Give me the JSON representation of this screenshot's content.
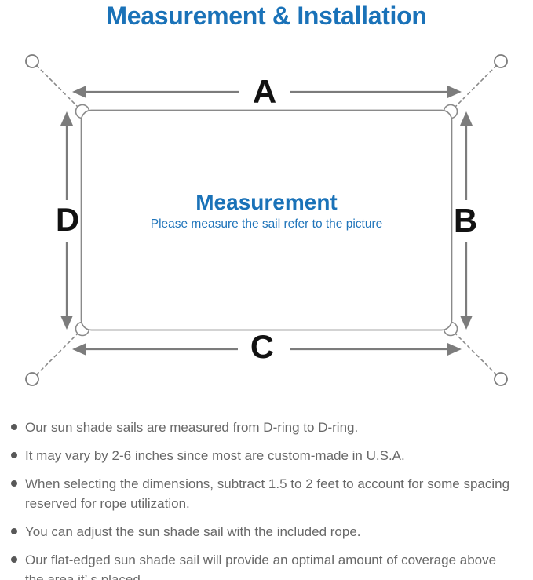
{
  "page_title": "Measurement & Installation",
  "colors": {
    "accent_blue": "#1a72b8",
    "line_gray": "#8a8a8a",
    "arrow_gray": "#7c7c7c",
    "label_black": "#121212",
    "body_text_gray": "#686868"
  },
  "diagram": {
    "side_labels": {
      "top": "A",
      "right": "B",
      "bottom": "C",
      "left": "D"
    },
    "center": {
      "title": "Measurement",
      "subtitle": "Please measure the sail refer to the picture"
    }
  },
  "bullets": [
    "Our sun shade sails are measured from D-ring to D-ring.",
    "It may vary by 2-6 inches since most are custom-made in U.S.A.",
    "When selecting the dimensions, subtract 1.5 to 2 feet to account for some spacing\nreserved for rope utilization.",
    "You can adjust the sun shade sail with the included rope.",
    "Our flat-edged sun shade sail will provide an optimal amount of coverage above\nthe area it’ s placed."
  ]
}
